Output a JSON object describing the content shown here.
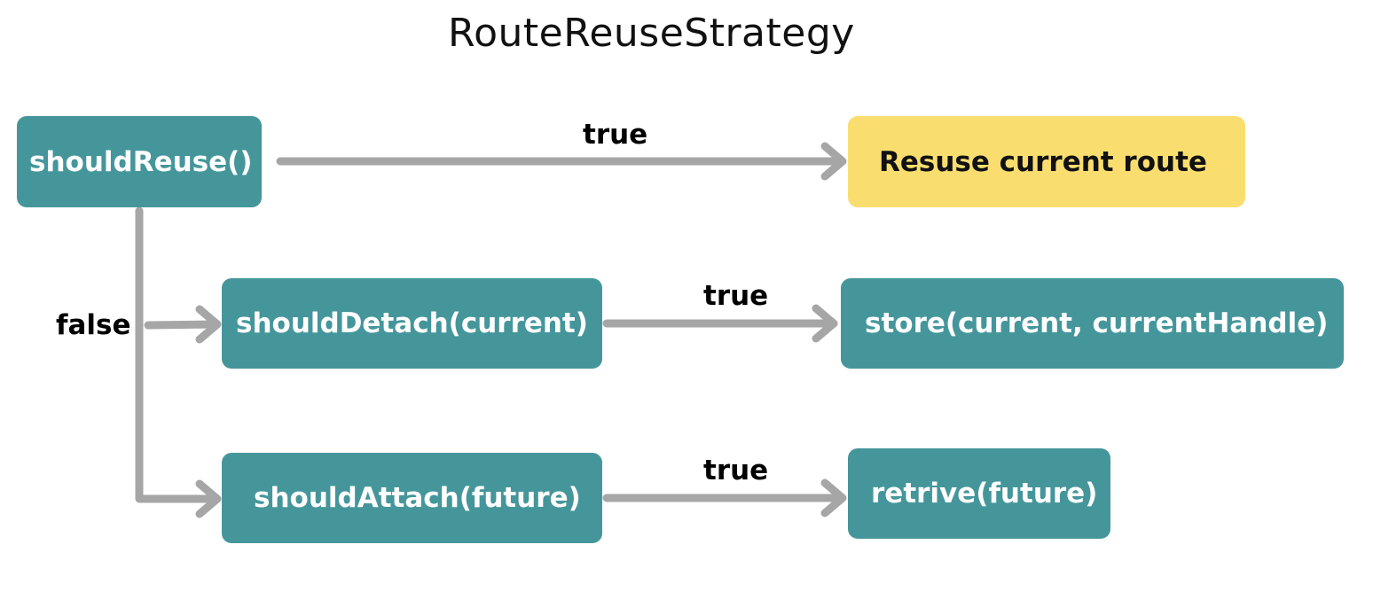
{
  "title": "RouteReuseStrategy",
  "colors": {
    "node": "#45969b",
    "result_highlight": "#f9de6f",
    "arrow": "#a6a6a6"
  },
  "nodes": {
    "should_reuse": "shouldReuse()",
    "reuse_current": "Resuse current route",
    "should_detach": "shouldDetach(current)",
    "store": "store(current, currentHandle)",
    "should_attach": "shouldAttach(future)",
    "retrieve": "retrive(future)"
  },
  "edges": {
    "reuse_true": "true",
    "reuse_false": "false",
    "detach_true": "true",
    "attach_true": "true"
  }
}
